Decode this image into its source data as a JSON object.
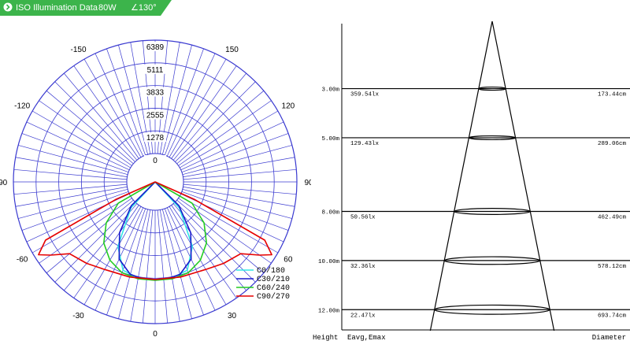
{
  "header": {
    "title": "ISO Illumination Data",
    "power": "80W",
    "angle": "∠130°",
    "colors": {
      "band": "#3cb44b",
      "text": "#ffffff"
    }
  },
  "chart_data": [
    {
      "type": "polar-line",
      "angle_labels": [
        "-150",
        "150",
        "-120",
        "120",
        "-90",
        "90",
        "-60",
        "60",
        "-30",
        "30",
        "0"
      ],
      "radial_ticks": [
        "6389",
        "5111",
        "3833",
        "2555",
        "1278",
        "0"
      ],
      "rmax": 6389,
      "angle_range": [
        -180,
        180
      ],
      "grid": true,
      "legend_placement": "bottom-right",
      "series": [
        {
          "name": "C0/180",
          "color": "#33e6e6",
          "angles": [
            -43,
            -30,
            -20,
            -10,
            0,
            10,
            20,
            30,
            43
          ],
          "values": [
            400,
            2600,
            3700,
            3900,
            3950,
            3900,
            3700,
            2600,
            400
          ]
        },
        {
          "name": "C30/210",
          "color": "#1a1acc",
          "angles": [
            -45,
            -35,
            -25,
            -15,
            -7,
            0,
            7,
            15,
            25,
            35,
            45
          ],
          "values": [
            300,
            1900,
            3200,
            3800,
            3900,
            3900,
            3900,
            3800,
            3200,
            1900,
            300
          ]
        },
        {
          "name": "C60/240",
          "color": "#22cc22",
          "angles": [
            -60,
            -50,
            -40,
            -30,
            -20,
            -10,
            0,
            10,
            20,
            30,
            40,
            50,
            60
          ],
          "values": [
            800,
            2000,
            2900,
            3500,
            3850,
            3950,
            3950,
            3950,
            3850,
            3500,
            2900,
            2000,
            800
          ]
        },
        {
          "name": "C90/270",
          "color": "#e60000",
          "angles": [
            -66,
            -62,
            -58,
            -55,
            -50,
            -40,
            -30,
            -15,
            0,
            15,
            30,
            40,
            50,
            55,
            58,
            62,
            66
          ],
          "values": [
            800,
            5400,
            6150,
            5600,
            4700,
            4400,
            4100,
            3950,
            3900,
            3950,
            4100,
            4400,
            4700,
            5600,
            6150,
            5400,
            800
          ]
        }
      ]
    },
    {
      "type": "table",
      "title": "Illuminance cone",
      "columns": [
        "Height",
        "Eavg,Emax",
        "Diameter"
      ],
      "rows": [
        {
          "height": "3.00m",
          "eavg": "359.54lx",
          "diameter": "173.44cm"
        },
        {
          "height": "5.00m",
          "eavg": "129.43lx",
          "diameter": "289.06cm"
        },
        {
          "height": "8.00m",
          "eavg": "50.56lx",
          "diameter": "462.49cm"
        },
        {
          "height": "10.00m",
          "eavg": "32.36lx",
          "diameter": "578.12cm"
        },
        {
          "height": "12.00m",
          "eavg": "22.47lx",
          "diameter": "693.74cm"
        }
      ]
    }
  ]
}
